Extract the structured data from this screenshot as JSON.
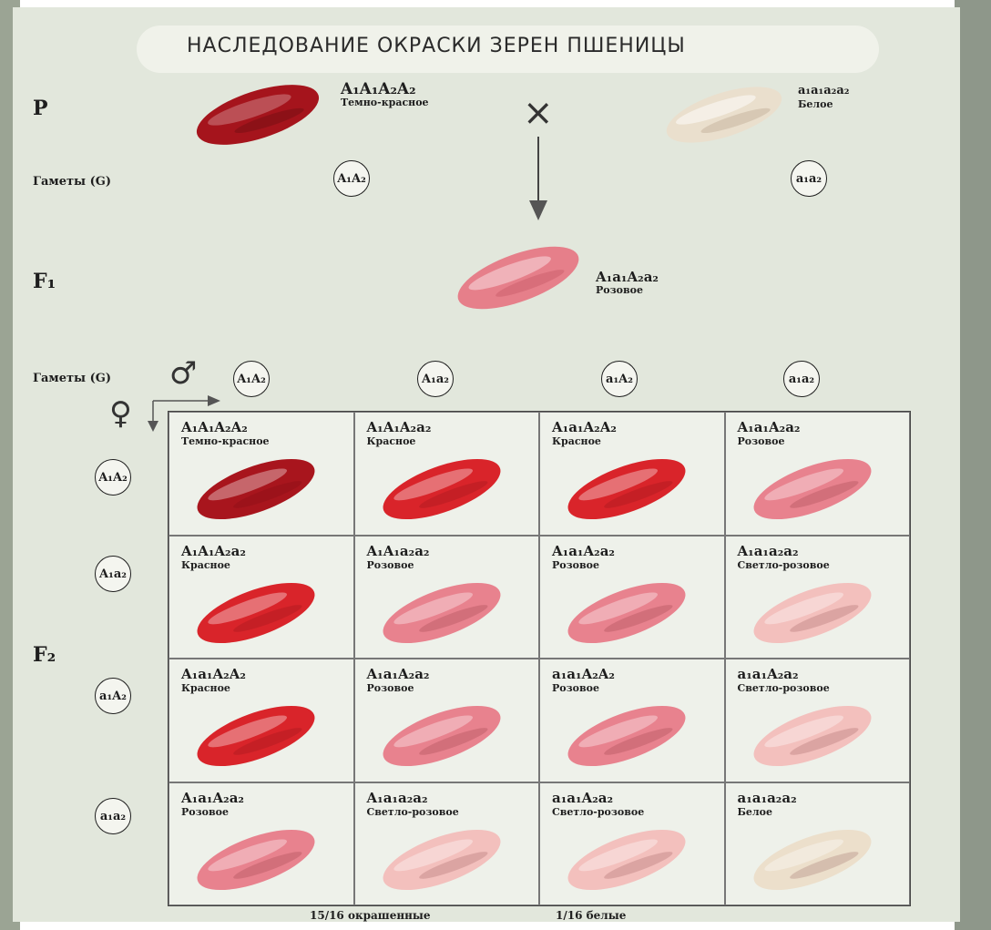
{
  "title": "НАСЛЕДОВАНИЕ ОКРАСКИ ЗЕРЕН ПШЕНИЦЫ",
  "labels": {
    "p": "P",
    "f1": "F₁",
    "f2": "F₂",
    "gametes": "Гаметы (G)"
  },
  "parents": [
    {
      "genotype": "A₁A₁A₂A₂",
      "phenotype": "Темно-красное",
      "color": "#a5141c"
    },
    {
      "genotype": "a₁a₁a₂a₂",
      "phenotype": "Белое",
      "color": "#eadfcd"
    }
  ],
  "parent_gametes": [
    "A₁A₂",
    "a₁a₂"
  ],
  "cross_symbol": "×",
  "f1": {
    "genotype": "A₁a₁A₂a₂",
    "phenotype": "Розовое",
    "color": "#e67f8a"
  },
  "male_symbol": "♂",
  "female_symbol": "♀",
  "male_gametes": [
    "A₁A₂",
    "A₁a₂",
    "a₁A₂",
    "a₁a₂"
  ],
  "female_gametes": [
    "A₁A₂",
    "A₁a₂",
    "a₁A₂",
    "a₁a₂"
  ],
  "punnett": [
    [
      {
        "genotype": "A₁A₁A₂A₂",
        "phenotype": "Темно-красное",
        "color": "#a8151d"
      },
      {
        "genotype": "A₁A₁A₂a₂",
        "phenotype": "Красное",
        "color": "#d9242a"
      },
      {
        "genotype": "A₁a₁A₂A₂",
        "phenotype": "Красное",
        "color": "#d9242a"
      },
      {
        "genotype": "A₁a₁A₂a₂",
        "phenotype": "Розовое",
        "color": "#e8828e"
      }
    ],
    [
      {
        "genotype": "A₁A₁A₂a₂",
        "phenotype": "Красное",
        "color": "#d9242a"
      },
      {
        "genotype": "A₁A₁a₂a₂",
        "phenotype": "Розовое",
        "color": "#e8828e"
      },
      {
        "genotype": "A₁a₁A₂a₂",
        "phenotype": "Розовое",
        "color": "#e8828e"
      },
      {
        "genotype": "A₁a₁a₂a₂",
        "phenotype": "Светло-розовое",
        "color": "#f3c0bd"
      }
    ],
    [
      {
        "genotype": "A₁a₁A₂A₂",
        "phenotype": "Красное",
        "color": "#d9242a"
      },
      {
        "genotype": "A₁a₁A₂a₂",
        "phenotype": "Розовое",
        "color": "#e8828e"
      },
      {
        "genotype": "a₁a₁A₂A₂",
        "phenotype": "Розовое",
        "color": "#e8828e"
      },
      {
        "genotype": "a₁a₁A₂a₂",
        "phenotype": "Светло-розовое",
        "color": "#f3c0bd"
      }
    ],
    [
      {
        "genotype": "A₁a₁A₂a₂",
        "phenotype": "Розовое",
        "color": "#e8828e"
      },
      {
        "genotype": "A₁a₁a₂a₂",
        "phenotype": "Светло-розовое",
        "color": "#f3c0bd"
      },
      {
        "genotype": "a₁a₁A₂a₂",
        "phenotype": "Светло-розовое",
        "color": "#f3c0bd"
      },
      {
        "genotype": "a₁a₁a₂a₂",
        "phenotype": "Белое",
        "color": "#ecdfcb"
      }
    ]
  ],
  "summary": {
    "colored": "15/16 окрашенные",
    "white": "1/16 белые"
  }
}
